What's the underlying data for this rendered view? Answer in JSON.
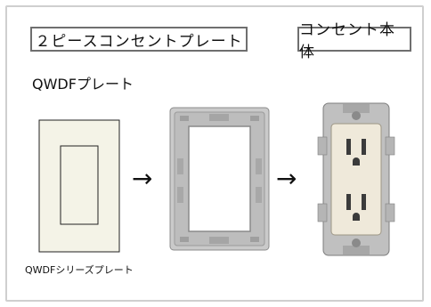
{
  "labels": {
    "two_piece_plate": "２ピースコンセントプレート",
    "outlet_body": "コンセント本体"
  },
  "plate_title": "QWDFプレート",
  "caption": "QWDFシリーズプレート",
  "arrow_glyph": "→",
  "colors": {
    "plate_fill": "#f4f3e7",
    "frame_metal": "#c8c8c8",
    "outlet_face": "#efe9da"
  }
}
